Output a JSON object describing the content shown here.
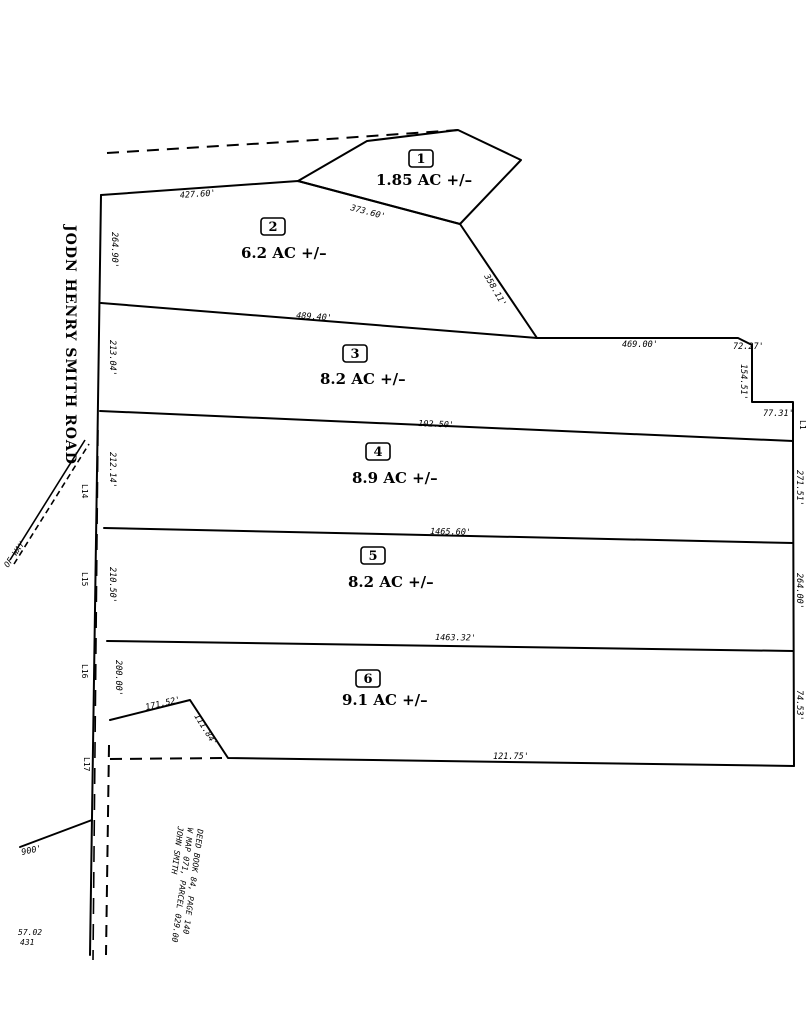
{
  "road": {
    "name": "JODN HENRY SMITH ROAD",
    "row_label": "OF WAY"
  },
  "lots": [
    {
      "number": "1",
      "acreage": "1.85 AC +/–"
    },
    {
      "number": "2",
      "acreage": "6.2 AC +/–"
    },
    {
      "number": "3",
      "acreage": "8.2 AC +/–"
    },
    {
      "number": "4",
      "acreage": "8.9 AC +/–"
    },
    {
      "number": "5",
      "acreage": "8.2 AC +/–"
    },
    {
      "number": "6",
      "acreage": "9.1 AC +/–"
    }
  ],
  "dimensions": {
    "lot2_north": "427.60'",
    "lot1_south": "373.60'",
    "lot1_east": "358.11'",
    "lot2_west": "264.90'",
    "lot2_3_line": "489.40'",
    "lot3_north_east": "469.00'",
    "lot3_jog": "72.27'",
    "lot3_jog_side": "154.51'",
    "lot3_jog_south": "77.31'",
    "lot3_west": "213.04'",
    "lot3_4_line": "102.50'",
    "lot4_west": "212.14'",
    "lot4_east": "271.51'",
    "lot4_5_line": "1465.60'",
    "lot5_west": "210.50'",
    "lot5_east": "264.00'",
    "lot5_6_line": "1463.32'",
    "lot6_west": "200.00'",
    "lot6_notch_top": "171.52'",
    "lot6_notch_side": "111.84'",
    "lot6_south": "121.75'",
    "lot6_east": "74.53'",
    "sw_line": "900'"
  },
  "line_refs": {
    "l1": "L1",
    "l14": "L14",
    "l15": "L15",
    "l16": "L16",
    "l17": "L17"
  },
  "adjoiner_note": {
    "line1": "JOHN SMITH",
    "line2": "W MAP 071, PARCEL 029.00",
    "line3": "DEED BOOK 84, PAGE 140"
  },
  "corner_note": {
    "line1": "57.02",
    "line2": "431"
  }
}
